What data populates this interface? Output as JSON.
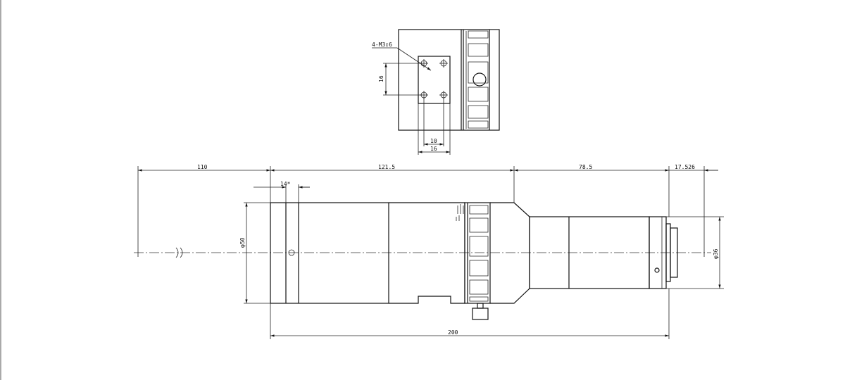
{
  "drawing": {
    "top_view": {
      "thread_callout": "4-M3↧6",
      "dim_vertical": "16",
      "dim_inner_width": "10",
      "dim_outer_width": "16"
    },
    "side_view": {
      "dim_working_distance": "110",
      "dim_segment_1": "121.5",
      "dim_segment_2": "78.5",
      "dim_segment_3": "17.526",
      "dim_ring_width": "14*",
      "dim_diameter_front": "φ50",
      "dim_diameter_mount": "φ36",
      "dim_total_length": "200"
    },
    "line_color": "#111111"
  }
}
